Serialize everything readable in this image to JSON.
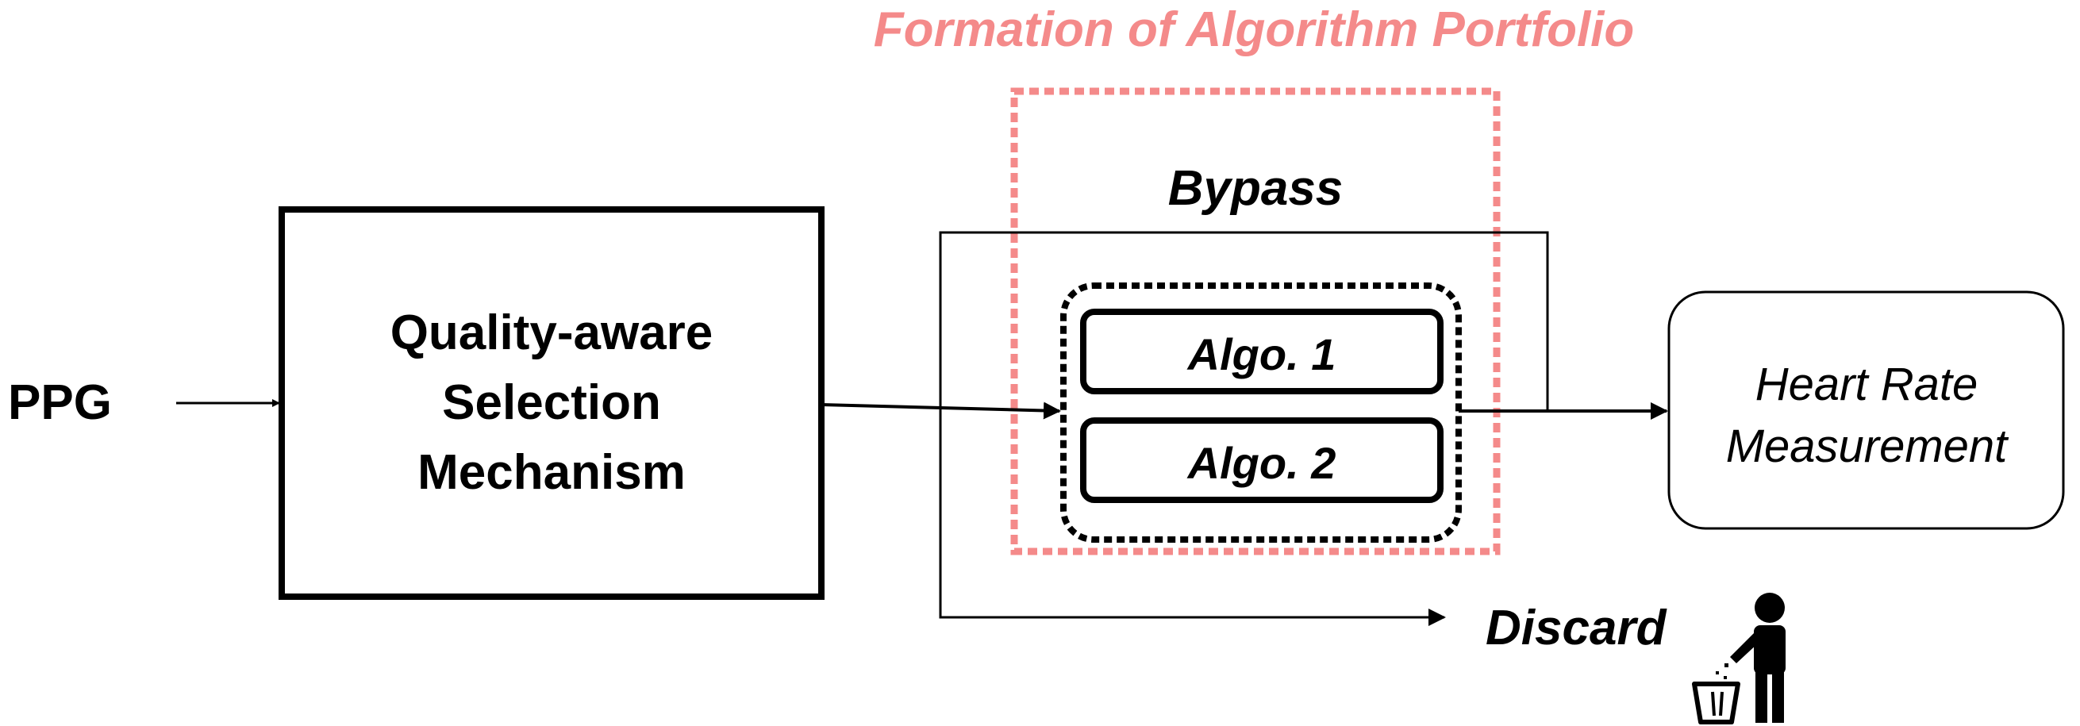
{
  "title": "Formation of Algorithm Portfolio",
  "input_label": "PPG",
  "selection_block": {
    "lines": [
      "Quality-aware",
      "Selection",
      "Mechanism"
    ]
  },
  "bypass_label": "Bypass",
  "algorithms": [
    "Algo. 1",
    "Algo. 2"
  ],
  "output_block": {
    "lines": [
      "Heart Rate",
      "Measurement"
    ]
  },
  "discard_label": "Discard",
  "icons": {
    "discard": "person-throwing-trash-icon"
  },
  "colors": {
    "portfolio_highlight": "#f48a8a",
    "lines": "#000000"
  }
}
